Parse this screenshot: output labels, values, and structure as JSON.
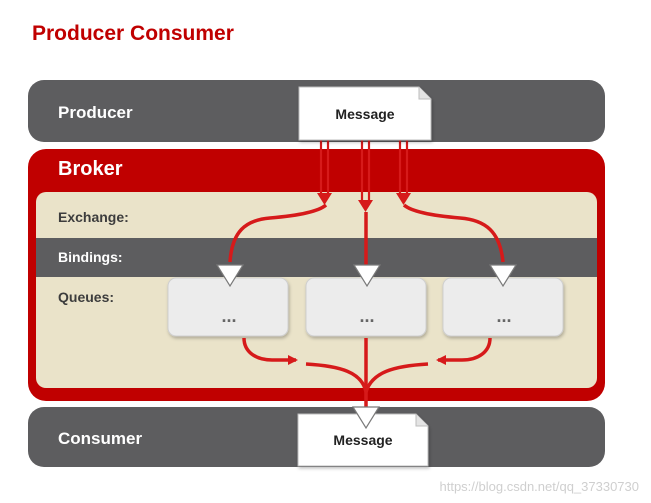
{
  "title": "Producer Consumer",
  "producer": {
    "label": "Producer",
    "message": "Message"
  },
  "broker": {
    "label": "Broker",
    "exchange_label": "Exchange:",
    "bindings_label": "Bindings:",
    "queues_label": "Queues:",
    "queues": [
      "...",
      "...",
      "..."
    ]
  },
  "consumer": {
    "label": "Consumer",
    "message": "Message"
  },
  "watermark": "https://blog.csdn.net/qq_37330730",
  "colors": {
    "accent": "#c00000",
    "bar_gray": "#5d5d5f",
    "broker_red": "#c00000",
    "broker_inner": "#eae3c9",
    "queue_fill": "#ececec",
    "arrow_red": "#d61a1a"
  }
}
